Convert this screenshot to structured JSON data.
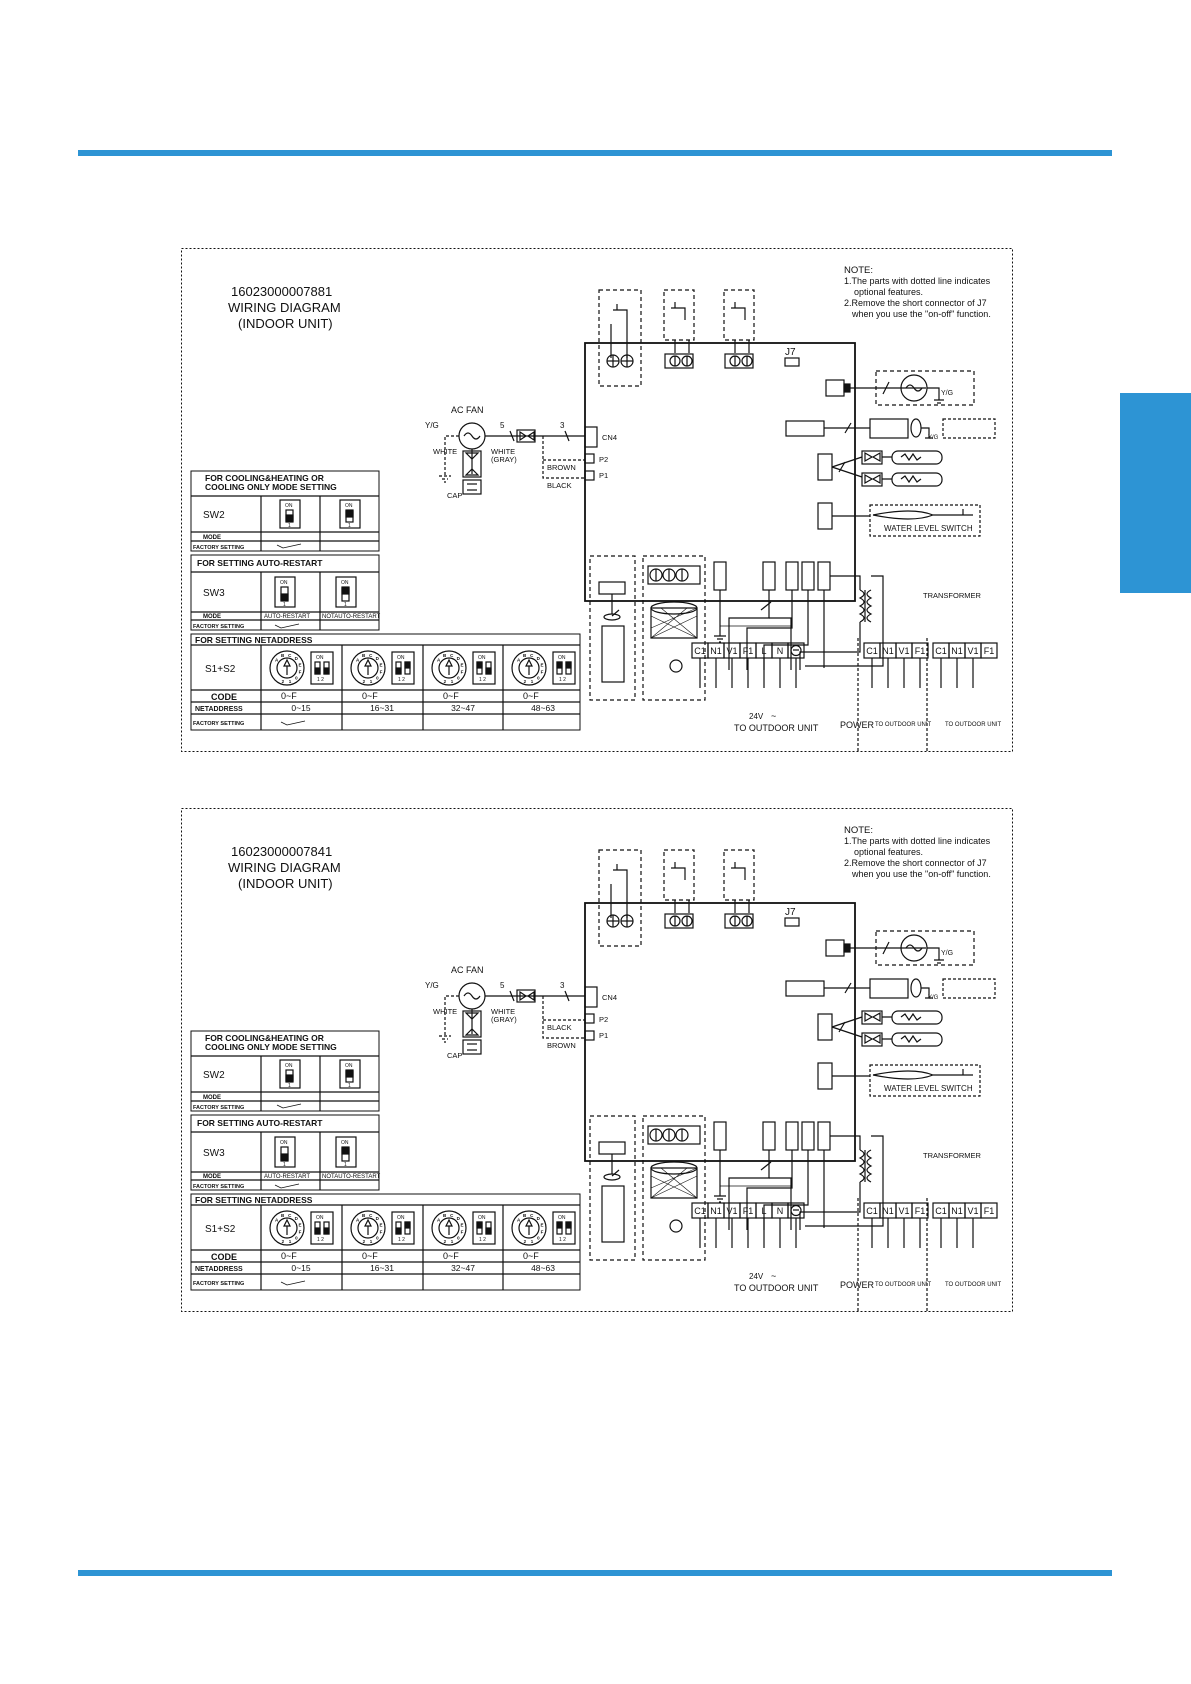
{
  "diagrams": [
    {
      "id": "16023000007881",
      "title": "WIRING DIAGRAM",
      "subtitle": "(INDOOR UNIT)",
      "notes": {
        "heading": "NOTE:",
        "line1": "1.The parts with dotted line indicates",
        "line1b": "optional features.",
        "line2": "2.Remove the short connector of J7",
        "line2b": "when you use the \"on-off\" function."
      },
      "fan": {
        "label": "AC FAN",
        "yg": "Y/G",
        "white": "WHITE",
        "white_gray_1": "WHITE",
        "white_gray_2": "(GRAY)",
        "cap": "CAP",
        "wires5": "5",
        "wires3": "3"
      },
      "board": {
        "j7": "J7",
        "cn4": "CN4",
        "p2": "P2",
        "p1": "P1",
        "upper_wire": "BROWN",
        "lower_wire": "BLACK",
        "yg_motor": "Y/G",
        "yg_small": "Y/G",
        "water_switch": "WATER LEVEL SWITCH",
        "transformer": "TRANSFORMER"
      },
      "terminals": {
        "main": [
          "C1",
          "N1",
          "V1",
          "F1",
          "L",
          "N"
        ],
        "group2": [
          "C1",
          "N1",
          "V1",
          "F1"
        ],
        "group3": [
          "C1",
          "N1",
          "V1",
          "F1"
        ],
        "voltage": "24V",
        "tilde": "~",
        "to_outdoor": "TO OUTDOOR UNIT",
        "power": "POWER",
        "to_outdoor_small_1": "TO OUTDOOR UNIT",
        "to_outdoor_small_2": "TO OUTDOOR UNIT"
      },
      "sw2": {
        "heading1": "FOR COOLING&HEATING OR",
        "heading2": "COOLING ONLY MODE SETTING",
        "name": "SW2",
        "on": "ON",
        "num": "1",
        "mode_label": "MODE",
        "factory_label": "FACTORY SETTING"
      },
      "sw3": {
        "heading": "FOR SETTING AUTO-RESTART",
        "name": "SW3",
        "on": "ON",
        "num": "1",
        "mode_label": "MODE",
        "mode1": "AUTO-RESTART",
        "mode2": "NOTAUTO-RESTART",
        "factory_label": "FACTORY SETTING"
      },
      "net": {
        "heading": "FOR SETTING NETADDRESS",
        "name": "S1+S2",
        "on": "ON",
        "dip_nums": "1 2",
        "dial_text": "ABCDEF012",
        "code_label": "CODE",
        "codes": [
          "0~F",
          "0~F",
          "0~F",
          "0~F"
        ],
        "addr_label": "NETADDRESS",
        "ranges": [
          "0~15",
          "16~31",
          "32~47",
          "48~63"
        ],
        "factory_label": "FACTORY SETTING"
      }
    },
    {
      "id": "16023000007841",
      "title": "WIRING DIAGRAM",
      "subtitle": "(INDOOR UNIT)",
      "notes": {
        "heading": "NOTE:",
        "line1": "1.The parts with dotted line indicates",
        "line1b": "optional features.",
        "line2": "2.Remove the short connector of J7",
        "line2b": "when you use the \"on-off\" function."
      },
      "fan": {
        "label": "AC FAN",
        "yg": "Y/G",
        "white": "WHITE",
        "white_gray_1": "WHITE",
        "white_gray_2": "(GRAY)",
        "cap": "CAP",
        "wires5": "5",
        "wires3": "3"
      },
      "board": {
        "j7": "J7",
        "cn4": "CN4",
        "p2": "P2",
        "p1": "P1",
        "upper_wire": "BLACK",
        "lower_wire": "BROWN",
        "yg_motor": "Y/G",
        "yg_small": "Y/G",
        "water_switch": "WATER LEVEL SWITCH",
        "transformer": "TRANSFORMER"
      },
      "terminals": {
        "main": [
          "C1",
          "N1",
          "V1",
          "F1",
          "L",
          "N"
        ],
        "group2": [
          "C1",
          "N1",
          "V1",
          "F1"
        ],
        "group3": [
          "C1",
          "N1",
          "V1",
          "F1"
        ],
        "voltage": "24V",
        "tilde": "~",
        "to_outdoor": "TO OUTDOOR UNIT",
        "power": "POWER",
        "to_outdoor_small_1": "TO OUTDOOR UNIT",
        "to_outdoor_small_2": "TO OUTDOOR UNIT"
      },
      "sw2": {
        "heading1": "FOR COOLING&HEATING OR",
        "heading2": "COOLING ONLY MODE SETTING",
        "name": "SW2",
        "on": "ON",
        "num": "1",
        "mode_label": "MODE",
        "factory_label": "FACTORY SETTING"
      },
      "sw3": {
        "heading": "FOR SETTING AUTO-RESTART",
        "name": "SW3",
        "on": "ON",
        "num": "1",
        "mode_label": "MODE",
        "mode1": "AUTO-RESTART",
        "mode2": "NOTAUTO-RESTART",
        "factory_label": "FACTORY SETTING"
      },
      "net": {
        "heading": "FOR SETTING NETADDRESS",
        "name": "S1+S2",
        "on": "ON",
        "dip_nums": "1 2",
        "dial_text": "ABCDEF012",
        "code_label": "CODE",
        "codes": [
          "0~F",
          "0~F",
          "0~F",
          "0~F"
        ],
        "addr_label": "NETADDRESS",
        "ranges": [
          "0~15",
          "16~31",
          "32~47",
          "48~63"
        ],
        "factory_label": "FACTORY SETTING"
      }
    }
  ],
  "colors": {
    "accent": "#2d94d4",
    "line": "#111111"
  }
}
